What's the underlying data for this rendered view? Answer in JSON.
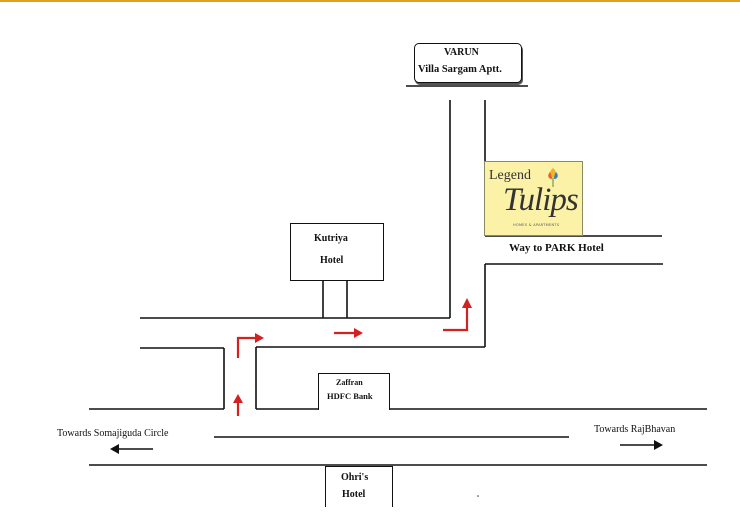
{
  "landmarks": {
    "varun_line1": "VARUN",
    "varun_line2": "Villa Sargam Aptt.",
    "kutriya_line1": "Kutriya",
    "kutriya_line2": "Hotel",
    "zaffran_line1": "Zaffran",
    "zaffran_line2": "HDFC Bank",
    "ohri_line1": "Ohri's",
    "ohri_line2": "Hotel"
  },
  "logo": {
    "legend": "Legend",
    "name": "Tulips",
    "tagline": "HOMES & APARTMENTS",
    "background": "#fbf2a8",
    "flower_colors": [
      "#e8622a",
      "#f0b429",
      "#3a7bbf"
    ]
  },
  "directions": {
    "park_hotel": "Way to PARK Hotel",
    "somajiguda": "Towards Somajiguda Circle",
    "rajbhavan": "Towards RajBhavan"
  },
  "colors": {
    "road": "#111111",
    "route_arrow": "#d42020",
    "accent_bar": "#e0a020"
  }
}
